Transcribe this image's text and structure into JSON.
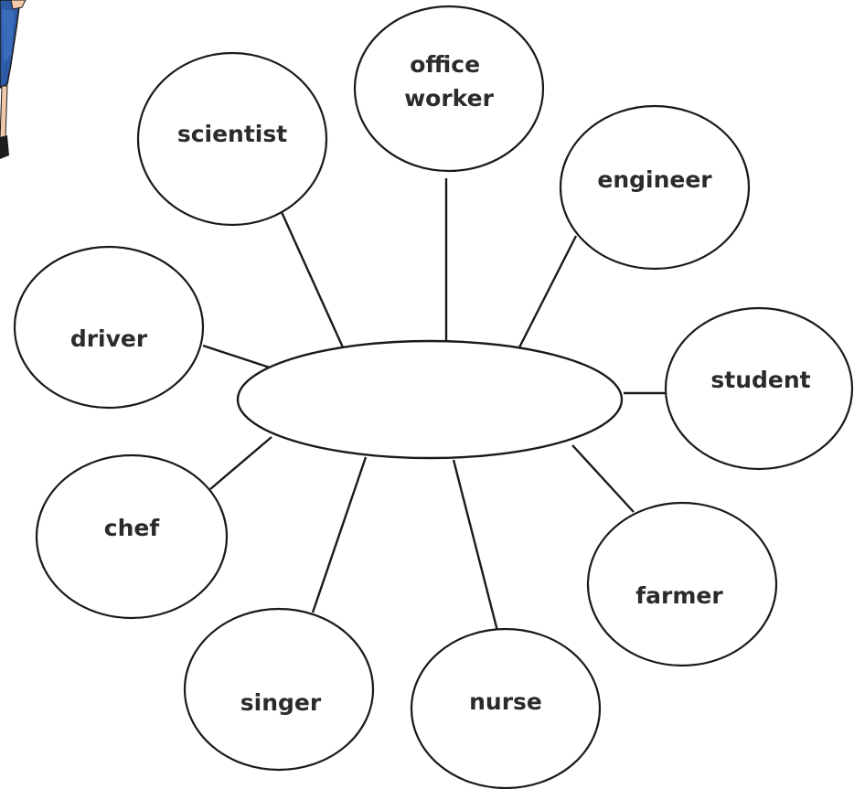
{
  "diagram": {
    "type": "spider-map",
    "center_label": "",
    "nodes": [
      {
        "id": "scientist",
        "lines": [
          "scientist"
        ]
      },
      {
        "id": "office-worker",
        "lines": [
          "office",
          "worker"
        ]
      },
      {
        "id": "engineer",
        "lines": [
          "engineer"
        ]
      },
      {
        "id": "driver",
        "lines": [
          "driver"
        ]
      },
      {
        "id": "student",
        "lines": [
          "student"
        ]
      },
      {
        "id": "chef",
        "lines": [
          "chef"
        ]
      },
      {
        "id": "farmer",
        "lines": [
          "farmer"
        ]
      },
      {
        "id": "singer",
        "lines": [
          "singer"
        ]
      },
      {
        "id": "nurse",
        "lines": [
          "nurse"
        ]
      }
    ],
    "decoration": {
      "partial-figure": "person-cartoon"
    }
  }
}
